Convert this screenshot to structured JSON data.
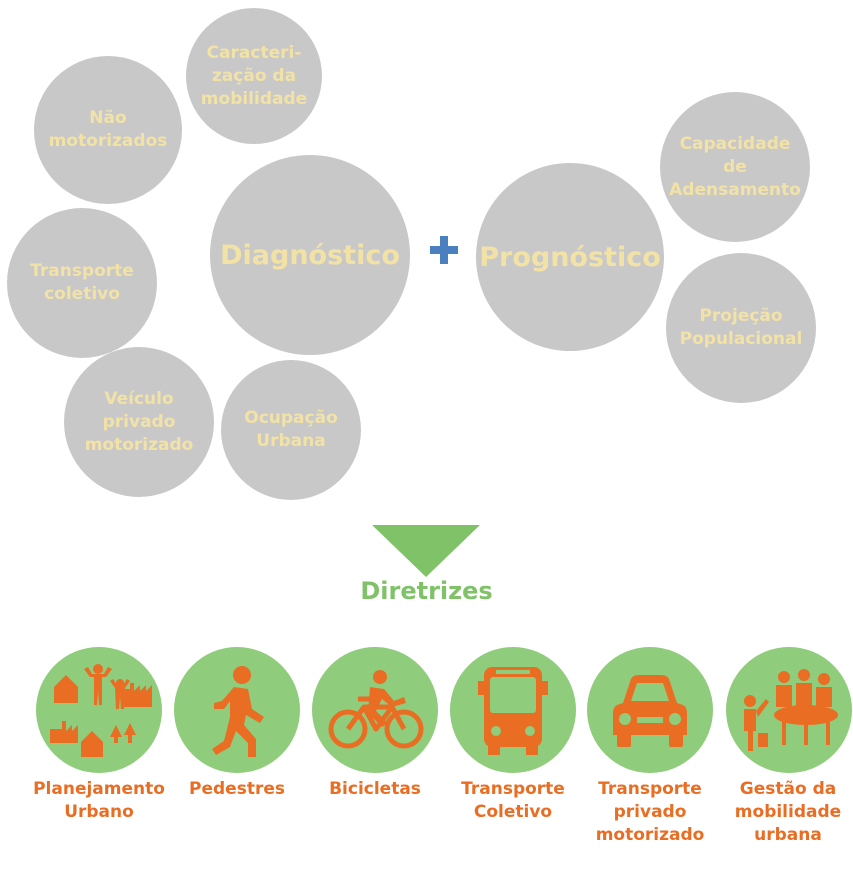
{
  "diagnostico": {
    "center": "Diagnóstico",
    "satellites": {
      "caracterizacao": "Caracteri-\nzação da\nmobilidade",
      "nao_motorizados": "Não\nmotorizados",
      "transporte_coletivo": "Transporte\ncoletivo",
      "veiculo_privado": "Veículo\nprivado\nmotorizado",
      "ocupacao_urbana": "Ocupação\nUrbana"
    }
  },
  "prognostico": {
    "center": "Prognóstico",
    "satellites": {
      "capacidade": "Capacidade\nde\nAdensamento",
      "projecao": "Projeção\nPopulacional"
    }
  },
  "diretrizes_title": "Diretrizes",
  "diretrizes": [
    {
      "label": "Planejamento\nUrbano",
      "icon": "urban-planning-icon"
    },
    {
      "label": "Pedestres",
      "icon": "pedestrian-icon"
    },
    {
      "label": "Bicicletas",
      "icon": "bicycle-icon"
    },
    {
      "label": "Transporte\nColetivo",
      "icon": "bus-icon"
    },
    {
      "label": "Transporte\nprivado\nmotorizado",
      "icon": "car-icon"
    },
    {
      "label": "Gestão da\nmobilidade\nurbana",
      "icon": "meeting-icon"
    }
  ],
  "colors": {
    "circle_gray": "#c8c8c8",
    "circle_text": "#f2e2a6",
    "green": "#7fc268",
    "icon_bg": "#8fcc7b",
    "orange": "#ea6d24",
    "plus_blue": "#4a7fc0"
  }
}
